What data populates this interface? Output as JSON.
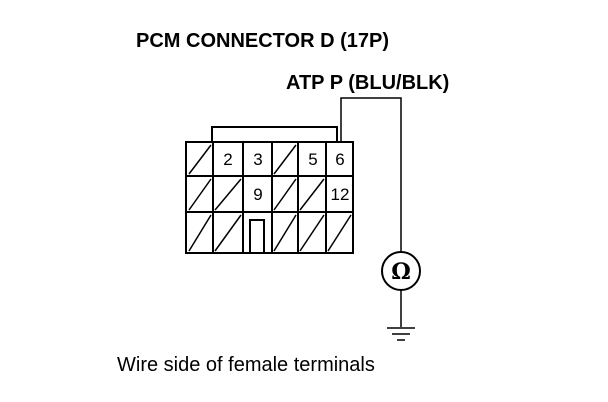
{
  "diagram": {
    "title": "PCM CONNECTOR D (17P)",
    "signal_label": "ATP P (BLU/BLK)",
    "caption": "Wire side of female terminals",
    "meter_symbol": "Ω",
    "pins": {
      "p2": "2",
      "p3": "3",
      "p5": "5",
      "p6": "6",
      "p9": "9",
      "p12": "12"
    }
  }
}
